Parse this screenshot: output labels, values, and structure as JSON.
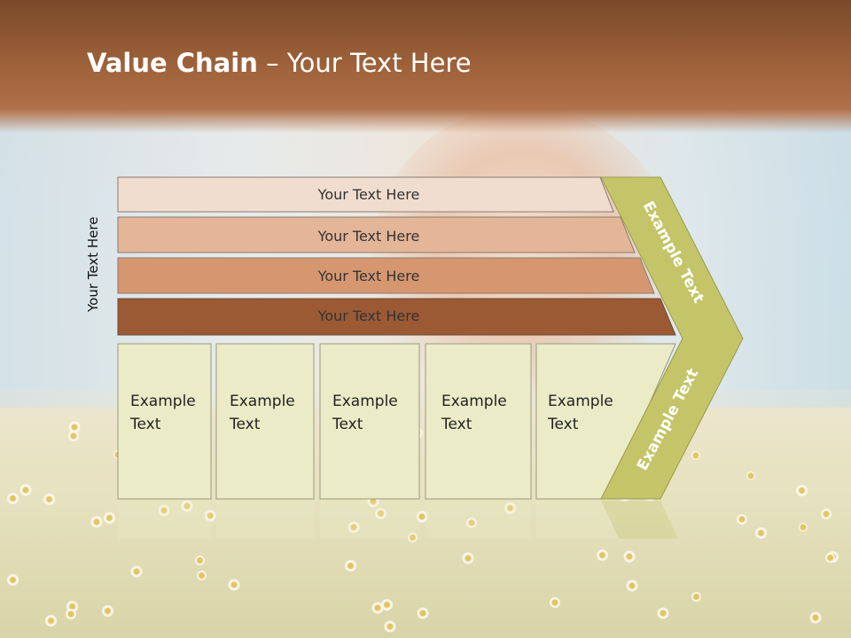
{
  "slide": {
    "title_bold": "Value Chain",
    "title_rest": " – Your Text Here",
    "side_label": "Your Text Here"
  },
  "bars": [
    {
      "label": "Your Text Here",
      "color": "#f1ddd0"
    },
    {
      "label": "Your Text Here",
      "color": "#e4b597"
    },
    {
      "label": "Your Text Here",
      "color": "#d69770"
    },
    {
      "label": "Your Text Here",
      "color": "#9c5a34"
    }
  ],
  "cells": [
    {
      "line1": "Example",
      "line2": "Text"
    },
    {
      "line1": "Example",
      "line2": "Text"
    },
    {
      "line1": "Example",
      "line2": "Text"
    },
    {
      "line1": "Example",
      "line2": "Text"
    },
    {
      "line1": "Example",
      "line2": "Text"
    }
  ],
  "chevron": {
    "upper_label": "Example Text",
    "lower_label": "Example Text",
    "color": "#c4c468",
    "cell_color": "#ebecc7"
  }
}
